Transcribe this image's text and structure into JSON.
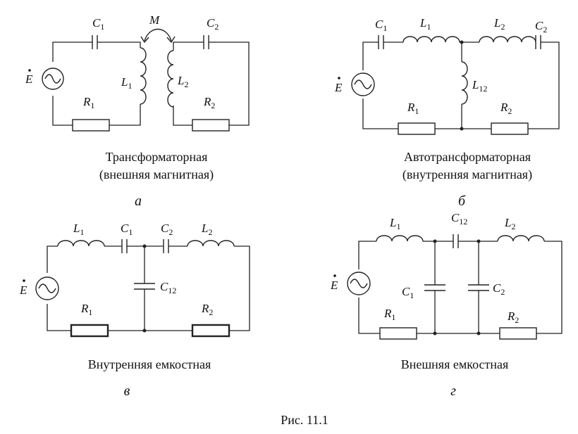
{
  "labels": {
    "C1": {
      "main": "C",
      "sub": "1"
    },
    "C2": {
      "main": "C",
      "sub": "2"
    },
    "C12": {
      "main": "C",
      "sub": "12"
    },
    "L1": {
      "main": "L",
      "sub": "1"
    },
    "L2": {
      "main": "L",
      "sub": "2"
    },
    "L12": {
      "main": "L",
      "sub": "12"
    },
    "R1": {
      "main": "R",
      "sub": "1"
    },
    "R2": {
      "main": "R",
      "sub": "2"
    },
    "M": "M",
    "E": "E"
  },
  "panels": {
    "a": {
      "caption_line1": "Трансформаторная",
      "caption_line2": "(внешняя  магнитная)",
      "letter": "а"
    },
    "b": {
      "caption_line1": "Автотрансформаторная",
      "caption_line2": "(внутренняя  магнитная)",
      "letter": "б"
    },
    "v": {
      "caption_line1": "Внутренняя емкостная",
      "letter": "в"
    },
    "g": {
      "caption_line1": "Внешняя емкостная",
      "letter": "г"
    }
  },
  "figure_caption": "Рис. 11.1"
}
